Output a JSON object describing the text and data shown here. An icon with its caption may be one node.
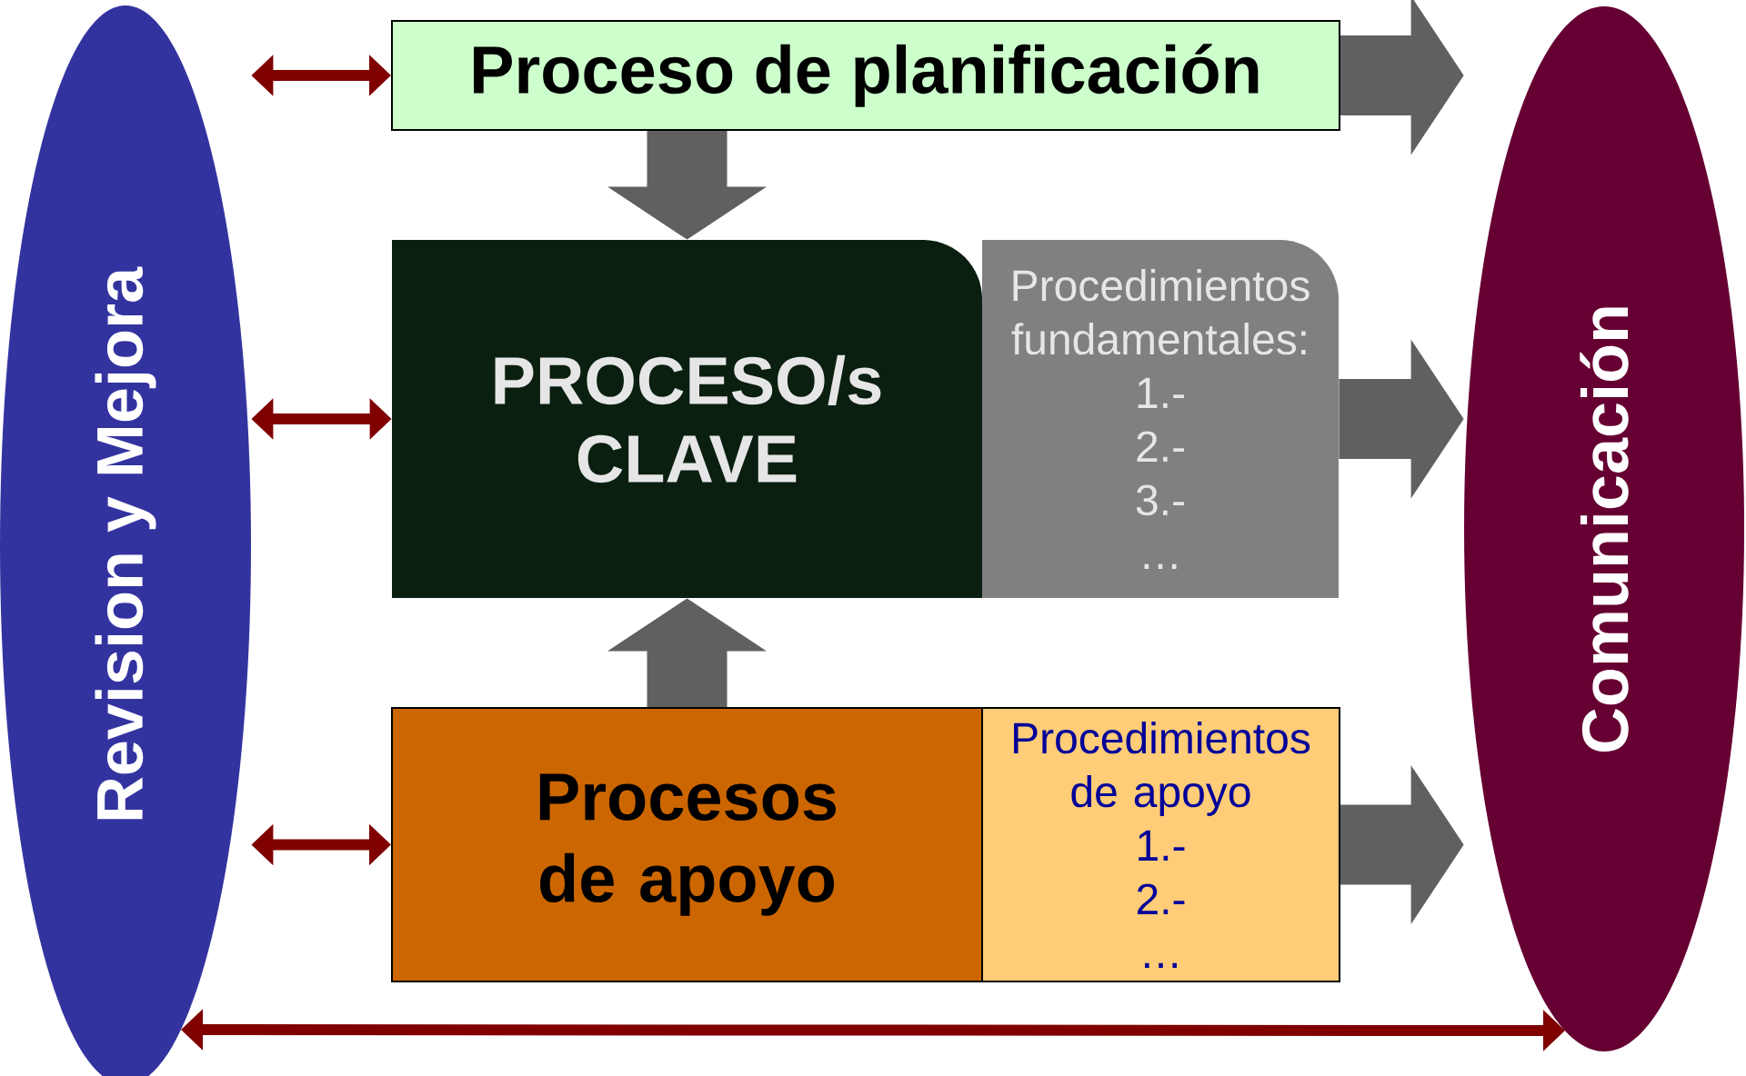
{
  "diagram": {
    "nodes": [
      {
        "text": [
          "Revision y Mejora"
        ]
      },
      {
        "text": [
          "Proceso de planificación"
        ]
      },
      {
        "text": [
          "PROCESO/s CLAVE"
        ]
      },
      {
        "text": [
          "Procedimientos fundamentales:",
          "1.-",
          "2.-",
          "3.-",
          "…"
        ]
      },
      {
        "text": [
          "Procesos de apoyo"
        ]
      },
      {
        "text": [
          "Procedimientos de apoyo",
          "1.-",
          "2.-",
          "…"
        ]
      },
      {
        "text": [
          "Comunicación"
        ]
      }
    ],
    "edges": [
      {
        "from": 0,
        "to": 1,
        "arrow": "both",
        "color": "#800000"
      },
      {
        "from": 0,
        "to": 2,
        "arrow": "both",
        "color": "#800000"
      },
      {
        "from": 0,
        "to": 4,
        "arrow": "both",
        "color": "#800000"
      },
      {
        "from": 0,
        "to": 6,
        "arrow": "both",
        "color": "#800000"
      },
      {
        "from": 1,
        "to": 2,
        "arrow": "to"
      },
      {
        "from": 4,
        "to": 2,
        "arrow": "to"
      },
      {
        "from": 1,
        "to": 6,
        "arrow": "to"
      },
      {
        "from": 3,
        "to": 6,
        "arrow": "to"
      },
      {
        "from": 5,
        "to": 6,
        "arrow": "to"
      }
    ]
  }
}
